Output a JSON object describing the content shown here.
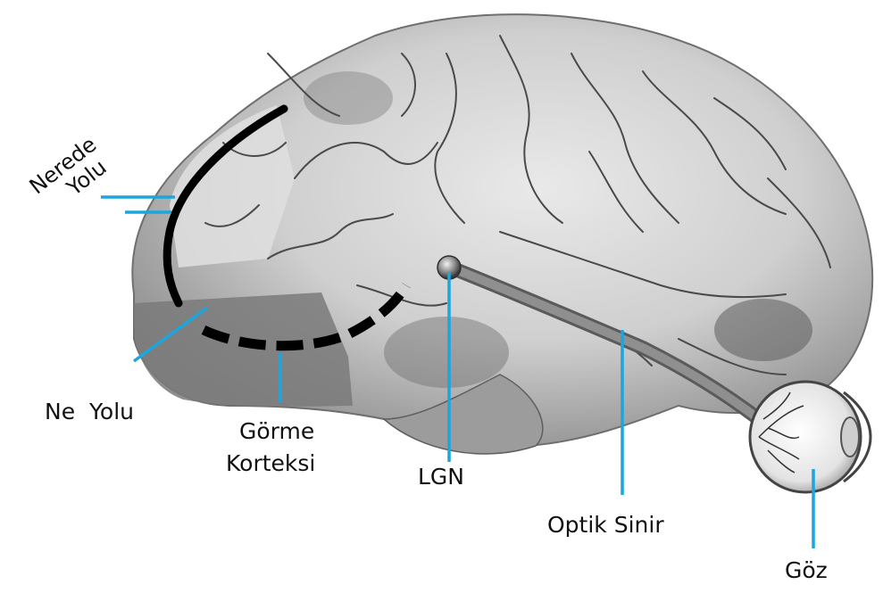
{
  "labels": {
    "where_pathway_line1": "Nerede",
    "where_pathway_line2": "Yolu",
    "what_pathway": "Ne  Yolu",
    "visual_cortex_line1": "Görme",
    "visual_cortex_line2": "Korteksi",
    "lgn": "LGN",
    "optic_nerve": "Optik Sinir",
    "eye": "Göz"
  },
  "colors": {
    "leader_line": "#1aa6de",
    "pathway_stroke": "#000000",
    "brain_light": "#d9d9d9",
    "brain_mid": "#a9a9a9",
    "brain_dark": "#6b6b6b",
    "label_text": "#111111"
  }
}
